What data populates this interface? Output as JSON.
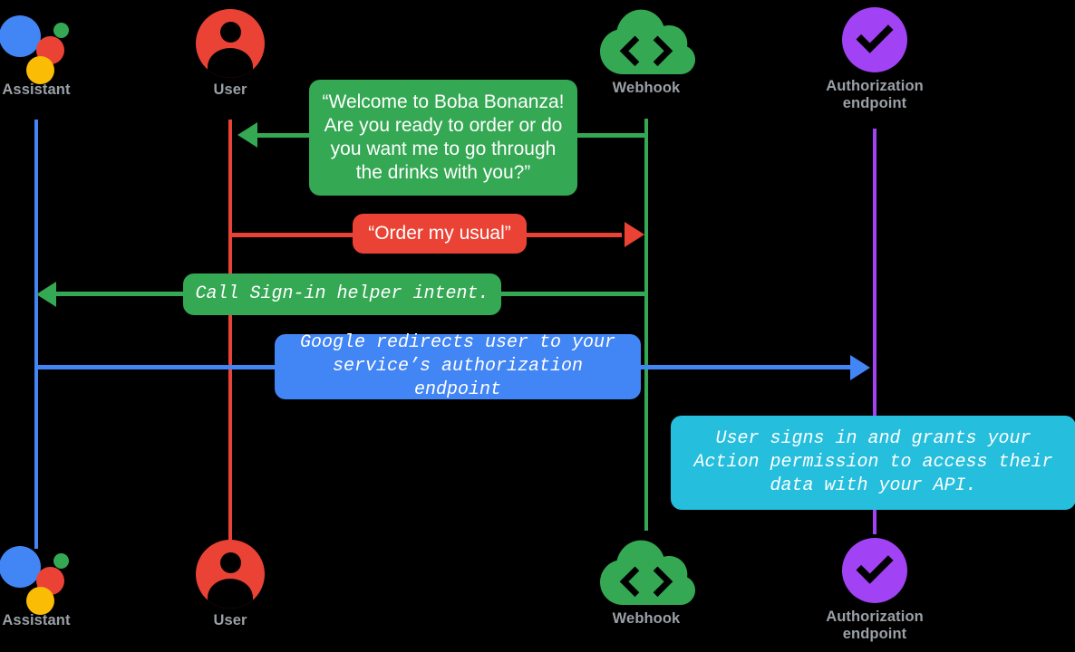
{
  "diagram": {
    "title": "Account linking sequence diagram",
    "background": "#000000",
    "label_color": "#9aa0a6"
  },
  "colors": {
    "assistant_blue": "#4285f4",
    "user_red": "#ea4335",
    "webhook_green": "#34a853",
    "auth_purple": "#a142f4",
    "cyan": "#25bedd",
    "yellow": "#fbbc05"
  },
  "actors": [
    {
      "id": "assistant",
      "label": "Assistant",
      "icon": "google-assistant-logo",
      "color": "#4285f4"
    },
    {
      "id": "user",
      "label": "User",
      "icon": "user-avatar-icon",
      "color": "#ea4335"
    },
    {
      "id": "webhook",
      "label": "Webhook",
      "icon": "cloud-code-icon",
      "color": "#34a853"
    },
    {
      "id": "auth",
      "label": "Authorization\nendpoint",
      "icon": "purple-check-circle-icon",
      "color": "#a142f4"
    }
  ],
  "messages": [
    {
      "id": "welcome",
      "text": "“Welcome to Boba Bonanza! Are you ready to order or do you want me to go through the drinks with you?”",
      "from": "webhook",
      "to": "user",
      "direction": "left",
      "color": "#34a853",
      "font": "sans"
    },
    {
      "id": "order-my-usual",
      "text": "“Order my usual”",
      "from": "user",
      "to": "webhook",
      "direction": "right",
      "color": "#ea4335",
      "font": "sans"
    },
    {
      "id": "call-signin-helper",
      "text": "Call Sign-in helper intent.",
      "from": "webhook",
      "to": "assistant",
      "direction": "left",
      "color": "#34a853",
      "font": "mono"
    },
    {
      "id": "google-redirects",
      "text": "Google redirects user to your service’s authorization endpoint",
      "from": "assistant",
      "to": "auth",
      "direction": "right",
      "color": "#4285f4",
      "font": "mono"
    },
    {
      "id": "user-signs-in",
      "text": "User signs in and grants your Action permission to access their data with your API.",
      "from": "auth",
      "to": "auth",
      "direction": "none",
      "color": "#25bedd",
      "font": "mono"
    }
  ]
}
